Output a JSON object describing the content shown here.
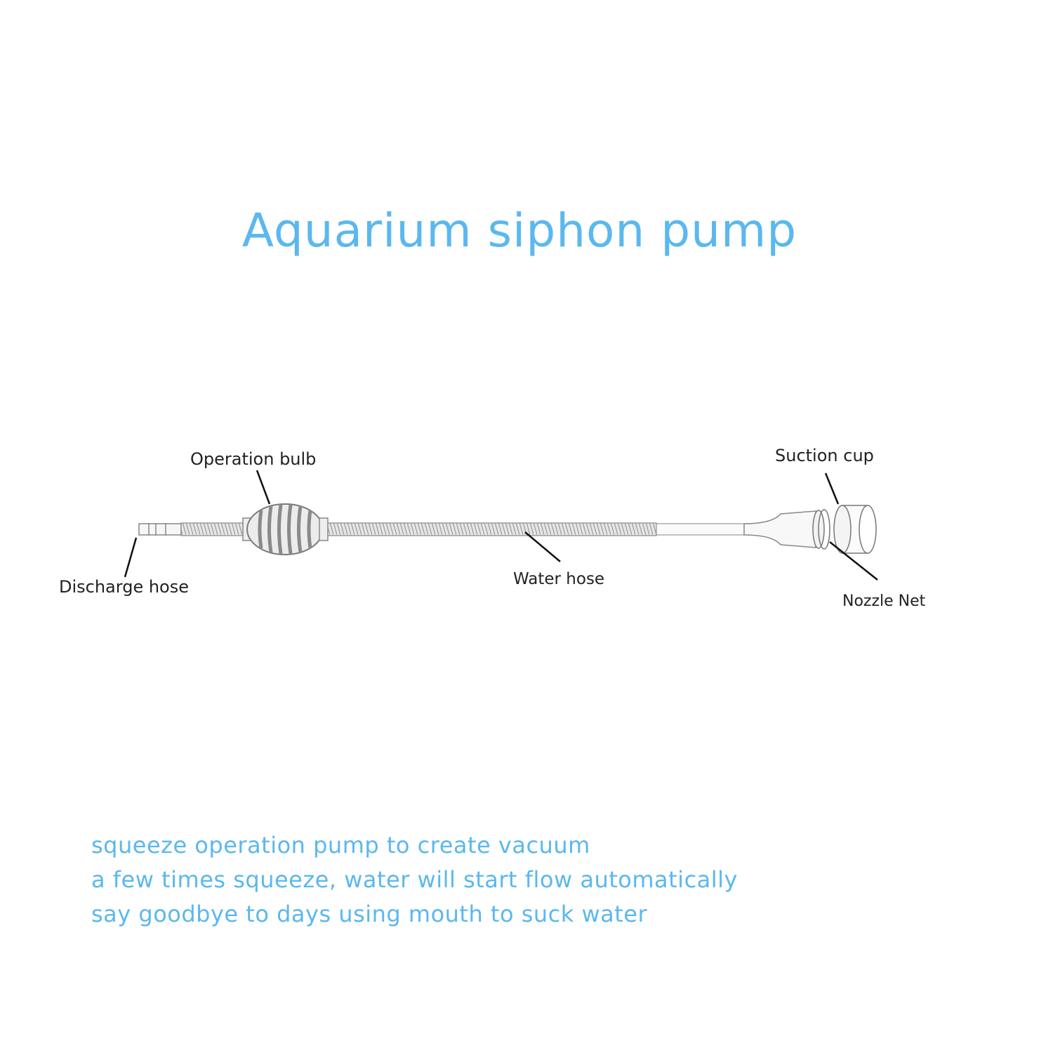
{
  "title": "Aquarium siphon pump",
  "labels": {
    "operation_bulb": "Operation bulb",
    "suction_cup": "Suction cup",
    "discharge_hose": "Discharge hose",
    "water_hose": "Water hose",
    "nozzle_net": "Nozzle Net"
  },
  "notes": [
    "squeeze operation pump to create vacuum",
    "a few times squeeze, water will start flow automatically",
    "say goodbye to days using mouth to suck water"
  ],
  "colors": {
    "accent": "#5bb8ee",
    "label_text": "#222222",
    "line": "#111111"
  }
}
